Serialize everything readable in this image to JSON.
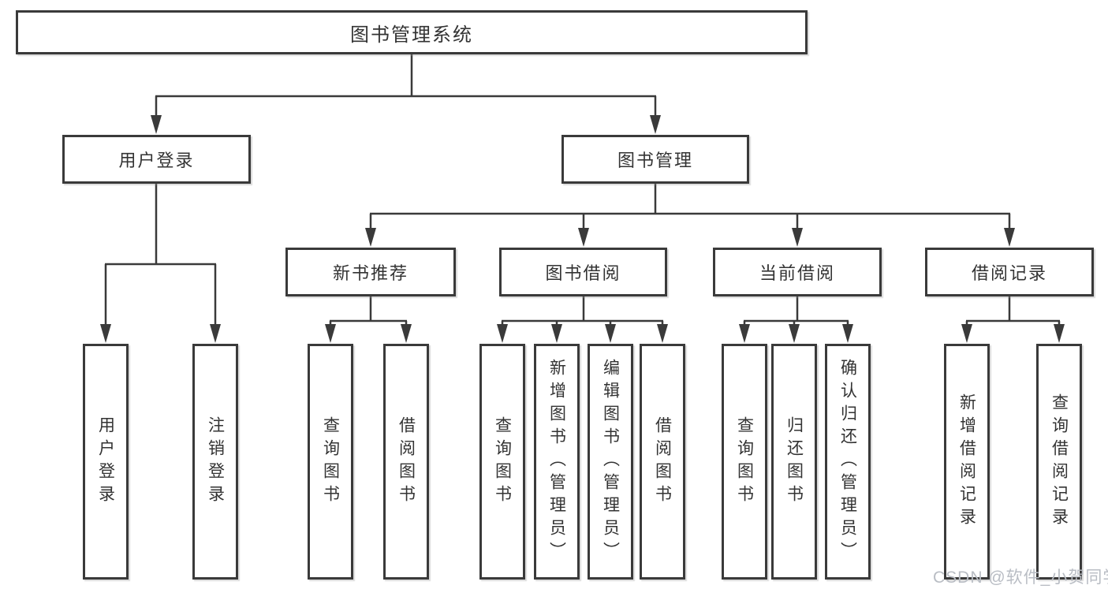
{
  "tree": {
    "label": "图书管理系统",
    "children": [
      {
        "label": "用户登录",
        "children": [
          {
            "label": "用户登录"
          },
          {
            "label": "注销登录"
          }
        ]
      },
      {
        "label": "图书管理",
        "children": [
          {
            "label": "新书推荐",
            "children": [
              {
                "label": "查询图书"
              },
              {
                "label": "借阅图书"
              }
            ]
          },
          {
            "label": "图书借阅",
            "children": [
              {
                "label": "查询图书"
              },
              {
                "label": "新增图书（管理员）"
              },
              {
                "label": "编辑图书（管理员）"
              },
              {
                "label": "借阅图书"
              }
            ]
          },
          {
            "label": "当前借阅",
            "children": [
              {
                "label": "查询图书"
              },
              {
                "label": "归还图书"
              },
              {
                "label": "确认归还（管理员）"
              }
            ]
          },
          {
            "label": "借阅记录",
            "children": [
              {
                "label": "新增借阅记录"
              },
              {
                "label": "查询借阅记录"
              }
            ]
          }
        ]
      }
    ]
  },
  "watermark": "CSDN @软件_小贺同学",
  "colors": {
    "line": "#3a3a3a",
    "text": "#333333",
    "box_background": "#ffffff",
    "watermark": "#b9bdc4"
  }
}
